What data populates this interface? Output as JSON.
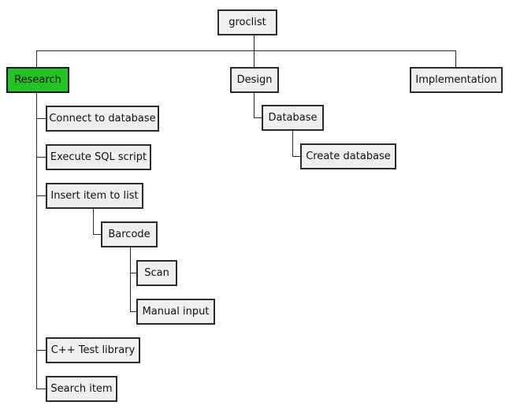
{
  "diagram": {
    "title": "groclist",
    "type": "mind-map",
    "background_color": "#ffffff",
    "node_fill": "#efefef",
    "node_border": "#2b2b2b",
    "highlight_fill": "#22c322"
  },
  "nodes": {
    "root": {
      "label": "groclist"
    },
    "research": {
      "label": "Research"
    },
    "design": {
      "label": "Design"
    },
    "implementation": {
      "label": "Implementation"
    },
    "connect_to_database": {
      "label": "Connect to database"
    },
    "execute_sql_script": {
      "label": "Execute SQL script"
    },
    "insert_item_to_list": {
      "label": "Insert item to list"
    },
    "barcode": {
      "label": "Barcode"
    },
    "scan": {
      "label": "Scan"
    },
    "manual_input": {
      "label": "Manual input"
    },
    "cpp_test_library": {
      "label": "C++ Test library"
    },
    "search_item": {
      "label": "Search item"
    },
    "database": {
      "label": "Database"
    },
    "create_database": {
      "label": "Create database"
    }
  }
}
